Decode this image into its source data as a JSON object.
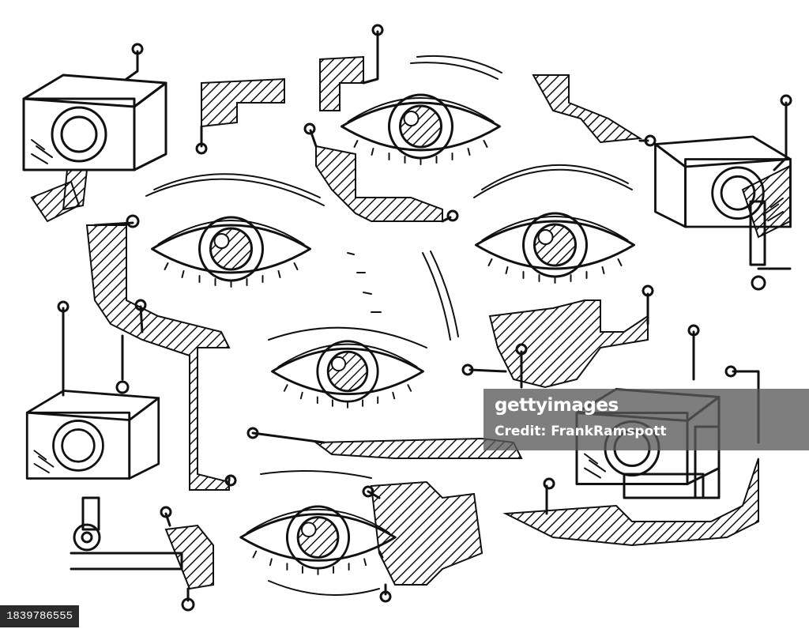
{
  "image": {
    "subject": "hand-drawn surveillance eyes and security cameras",
    "watermark": {
      "brand": "gettyimages",
      "credit": "Credit: FrankRamspott"
    },
    "image_id": "1839786555"
  }
}
